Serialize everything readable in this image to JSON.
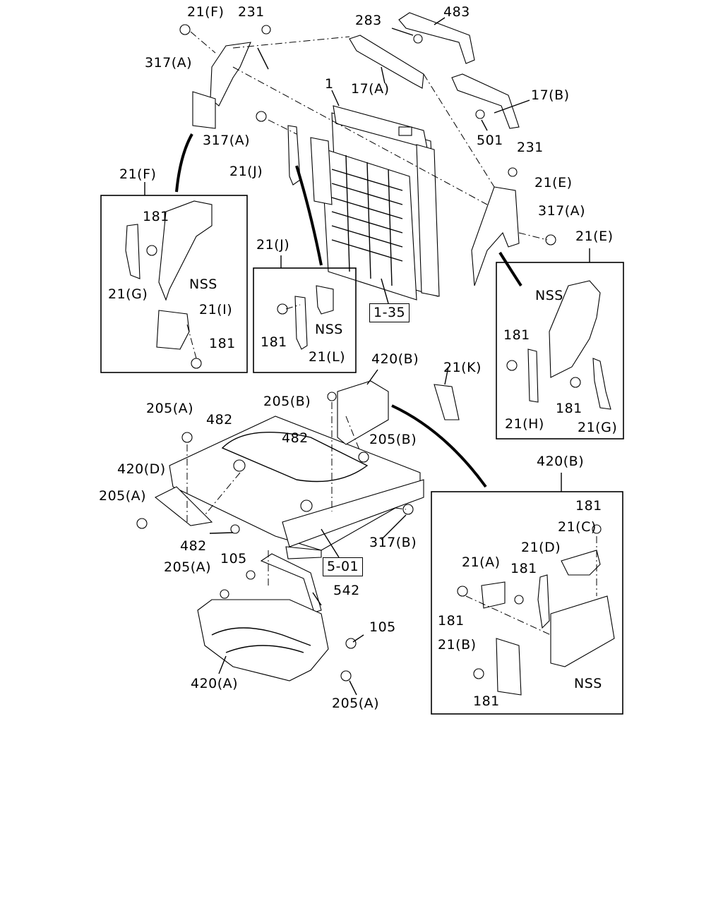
{
  "callouts": {
    "c1": "21(F)",
    "c2": "231",
    "c3": "283",
    "c4": "483",
    "c5": "317(A)",
    "c6": "1",
    "c7": "17(A)",
    "c8": "17(B)",
    "c9": "317(A)",
    "c10": "501",
    "c11": "231",
    "c12": "21(J)",
    "c13": "21(E)",
    "c14": "317(A)",
    "c15": "1-35",
    "c16": "205(A)",
    "c17": "482",
    "c18": "205(B)",
    "c19": "482",
    "c20": "205(B)",
    "c21": "420(D)",
    "c22": "205(A)",
    "c23": "482",
    "c24": "317(B)",
    "c25": "5-01",
    "c26": "205(A)",
    "c27": "105",
    "c28": "542",
    "c29": "105",
    "c30": "420(A)",
    "c31": "205(A)",
    "c32": "420(B)",
    "c33": "21(K)",
    "c34": "420(B)"
  },
  "inset_f": {
    "title": "21(F)",
    "l1": "181",
    "l2": "NSS",
    "l3": "21(G)",
    "l4": "21(I)",
    "l5": "181"
  },
  "inset_j": {
    "title": "21(J)",
    "l1": "NSS",
    "l2": "181",
    "l3": "21(L)"
  },
  "inset_e": {
    "title": "21(E)",
    "l1": "NSS",
    "l2": "181",
    "l3": "181",
    "l4": "21(H)",
    "l5": "21(G)"
  },
  "inset_b": {
    "l1": "181",
    "l2": "21(C)",
    "l3": "21(D)",
    "l4": "21(A)",
    "l5": "181",
    "l6": "181",
    "l7": "21(B)",
    "l8": "NSS",
    "l9": "181"
  }
}
